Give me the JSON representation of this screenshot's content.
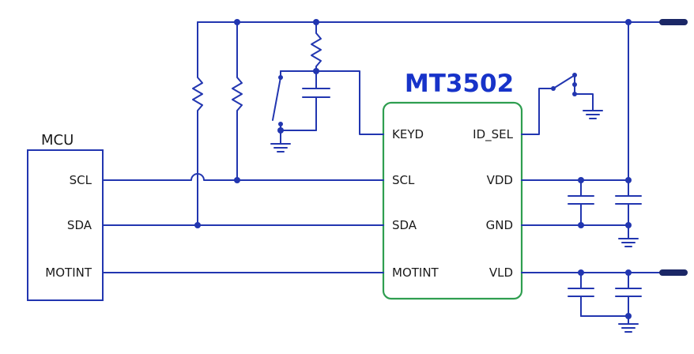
{
  "diagram": {
    "title": "MT3502",
    "mcu": {
      "label": "MCU",
      "pins": [
        "SCL",
        "SDA",
        "MOTINT"
      ]
    },
    "chip": {
      "name": "MT3502",
      "left_pins": [
        "KEYD",
        "SCL",
        "SDA",
        "MOTINT"
      ],
      "right_pins": [
        "ID_SEL",
        "VDD",
        "GND",
        "VLD"
      ]
    },
    "components": [
      {
        "type": "resistor",
        "id": "sda-pullup"
      },
      {
        "type": "resistor",
        "id": "scl-pullup"
      },
      {
        "type": "resistor",
        "id": "keyd-pullup"
      },
      {
        "type": "capacitor",
        "id": "keyd-debounce"
      },
      {
        "type": "switch",
        "id": "key-switch"
      },
      {
        "type": "switch",
        "id": "id-select-switch"
      },
      {
        "type": "capacitor",
        "id": "vdd-decoupling-1"
      },
      {
        "type": "capacitor",
        "id": "vdd-decoupling-2"
      },
      {
        "type": "capacitor",
        "id": "vld-filter-1"
      },
      {
        "type": "capacitor",
        "id": "vld-filter-2"
      },
      {
        "type": "power-rail",
        "id": "top-supply-bar"
      },
      {
        "type": "power-rail",
        "id": "vld-supply-bar"
      },
      {
        "type": "ground",
        "id": "key-switch-ground"
      },
      {
        "type": "ground",
        "id": "id-select-ground"
      },
      {
        "type": "ground",
        "id": "gnd-pin-ground"
      },
      {
        "type": "ground",
        "id": "vld-filter-ground"
      }
    ]
  },
  "colors": {
    "wire": "#2236b0",
    "chip_border": "#2f9e50",
    "chip_title": "#1733c9",
    "power_rail": "#1b2766",
    "text": "#1a1a1a",
    "background": "#ffffff"
  }
}
